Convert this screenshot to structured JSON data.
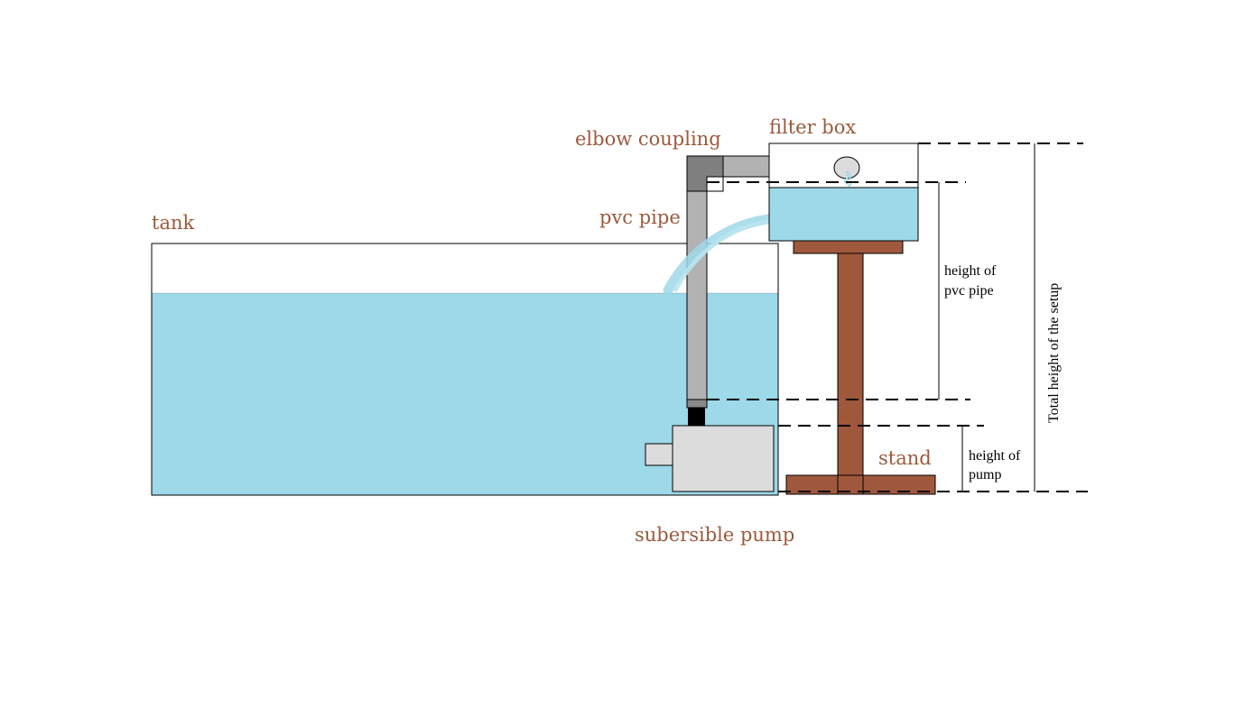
{
  "labels": {
    "tank": "tank",
    "elbow_coupling": "elbow coupling",
    "filter_box": "filter box",
    "pvc_pipe": "pvc pipe",
    "stand": "stand",
    "pump": "subersible pump"
  },
  "dimensions": {
    "pvc_pipe_height": [
      "height of",
      "pvc pipe"
    ],
    "pump_height": [
      "height of",
      "pump"
    ],
    "total_height": "Total height of the setup"
  },
  "colors": {
    "label": "#9b5a3c",
    "water": "#9dd9e8",
    "stand": "#a0583c",
    "pipe": "#b2b2b2",
    "elbow_dark": "#7f7f7f",
    "pump": "#dcdcdc"
  }
}
